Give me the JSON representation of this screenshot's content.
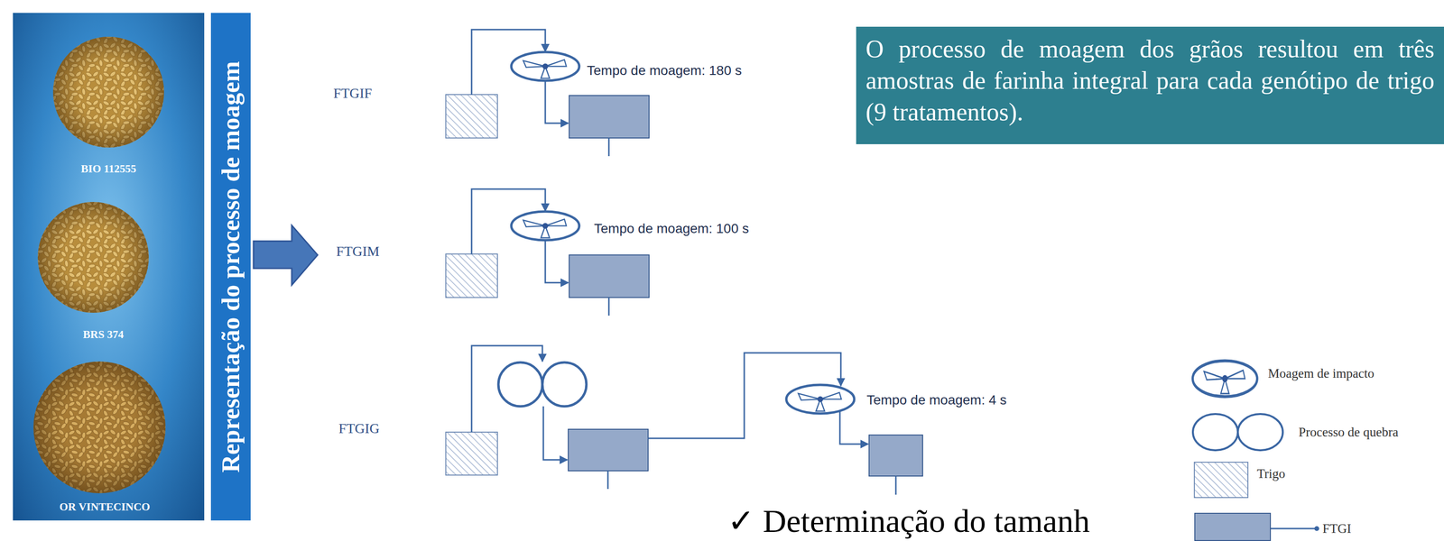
{
  "diagram": {
    "nodes": [
      {
        "text": [
          "Representação do processo de moagem"
        ]
      },
      {
        "text": [
          "O processo de moagem dos grãos resultou em três amostras de farinha integral para cada genótipo de trigo (9 tratamentos)."
        ]
      }
    ],
    "labels": [
      "BIO 112555",
      "BRS 374",
      "OR VINTECINCO",
      "FTGIF",
      "Tempo de moagem: 180 s",
      "FTGIM",
      "Tempo de moagem: 100 s",
      "FTGIG",
      "Tempo de moagem: 4 s",
      "✓ Determinação do tamanh"
    ],
    "legend": [
      {
        "text": "Moagem de impacto"
      },
      {
        "text": "Processo de quebra"
      },
      {
        "text": "Trigo"
      },
      {
        "text": "FTGI",
        "color": "#95a9c9"
      }
    ]
  }
}
